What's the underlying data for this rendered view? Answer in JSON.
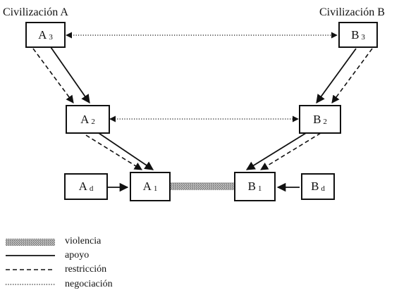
{
  "titles": {
    "civ_a": "Civilización A",
    "civ_b": "Civilización B"
  },
  "nodes": {
    "a3": {
      "letter": "A",
      "index": "3"
    },
    "a2": {
      "letter": "A",
      "index": "2"
    },
    "a1": {
      "letter": "A",
      "index": "1"
    },
    "ad": {
      "letter": "A",
      "index": "d"
    },
    "b3": {
      "letter": "B",
      "index": "3"
    },
    "b2": {
      "letter": "B",
      "index": "2"
    },
    "b1": {
      "letter": "B",
      "index": "1"
    },
    "bd": {
      "letter": "B",
      "index": "d"
    }
  },
  "legend": {
    "violencia": "violencia",
    "apoyo": "apoyo",
    "restriccion": "restricción",
    "negociacion": "negociación"
  },
  "colors": {
    "ink": "#111111",
    "violence_fill": "#9a9a9a"
  }
}
